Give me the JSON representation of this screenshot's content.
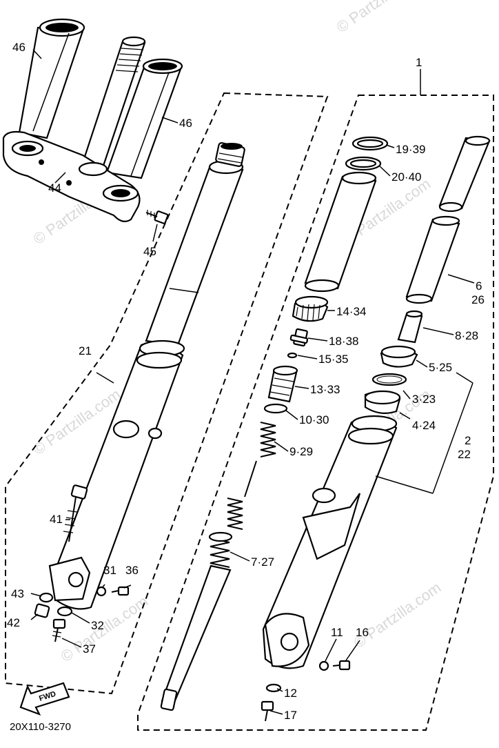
{
  "diagram": {
    "drawing_code": "20X110-3270",
    "watermark": "© Partzilla.com",
    "fwd_label": "FWD",
    "callouts": {
      "c1": "1",
      "c46a": "46",
      "c46b": "46",
      "c44": "44",
      "c45": "45",
      "c21": "21",
      "c41": "41",
      "c31": "31",
      "c36": "36",
      "c43": "43",
      "c42": "42",
      "c32": "32",
      "c37": "37",
      "c1939": "19·39",
      "c2040": "20·40",
      "c1434": "14·34",
      "c1838": "18·38",
      "c1535": "15·35",
      "c1333": "13·33",
      "c1030": "10·30",
      "c929": "9·29",
      "c727": "7·27",
      "c6": "6",
      "c26": "26",
      "c828": "8·28",
      "c525": "5·25",
      "c323": "3·23",
      "c424": "4·24",
      "c2": "2",
      "c22": "22",
      "c11": "11",
      "c16": "16",
      "c12": "12",
      "c17": "17"
    }
  }
}
